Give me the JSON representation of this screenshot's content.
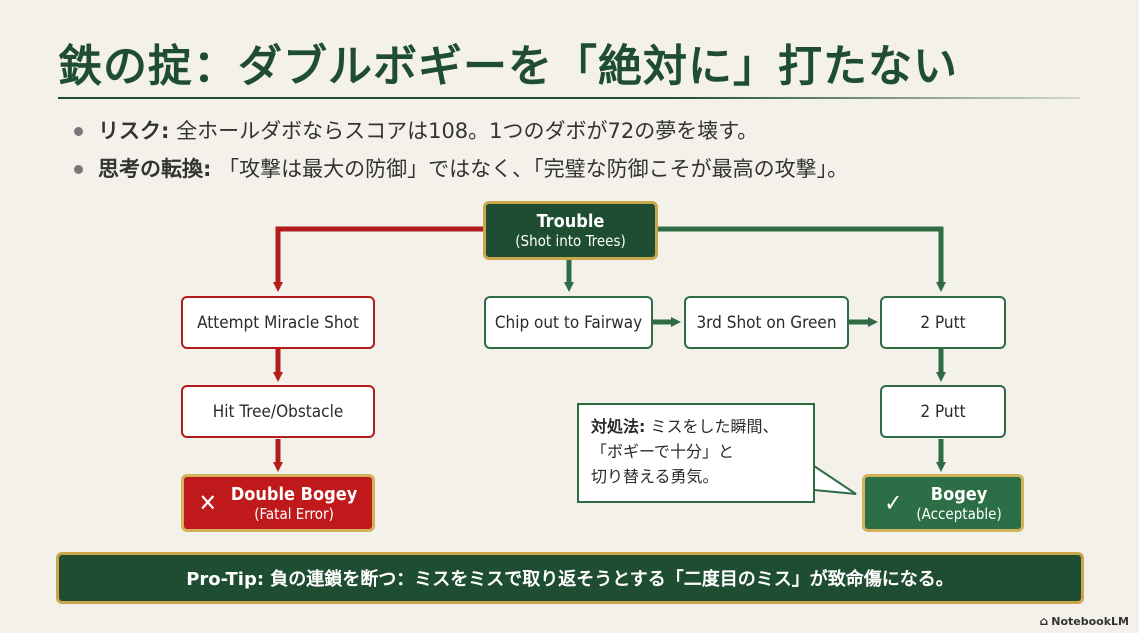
{
  "title": "鉄の掟：ダブルボギーを「絶対に」打たない",
  "bullets": [
    {
      "label": "リスク:",
      "text": " 全ホールダボならスコアは108。1つのダボが72の夢を壊す。"
    },
    {
      "label": "思考の転換:",
      "text": " 「攻撃は最大の防御」ではなく、「完璧な防御こそが最高の攻撃」。"
    }
  ],
  "nodes": {
    "trouble": {
      "label": "Trouble",
      "sub": "(Shot into Trees)"
    },
    "miracle": "Attempt Miracle Shot",
    "hit_tree": "Hit Tree/Obstacle",
    "double_bogey": {
      "label": "Double Bogey",
      "sub": "(Fatal Error)",
      "mark": "✕"
    },
    "chip_out": "Chip out to Fairway",
    "third_shot": "3rd Shot on Green",
    "putt1": "2 Putt",
    "putt2": "2 Putt",
    "bogey": {
      "label": "Bogey",
      "sub": "(Acceptable)",
      "mark": "✓"
    }
  },
  "callout": {
    "label": "対処法:",
    "line1": " ミスをした瞬間、",
    "line2": "「ボギーで十分」と",
    "line3": "切り替える勇気。"
  },
  "protip": "Pro-Tip: 負の連鎖を断つ：ミスをミスで取り返そうとする「二度目のミス」が致命傷になる。",
  "brand": "NotebookLM",
  "colors": {
    "red": "#b21c1c",
    "green": "#2f6b45",
    "dark_green": "#1f4d32",
    "gold": "#c9a64a"
  }
}
